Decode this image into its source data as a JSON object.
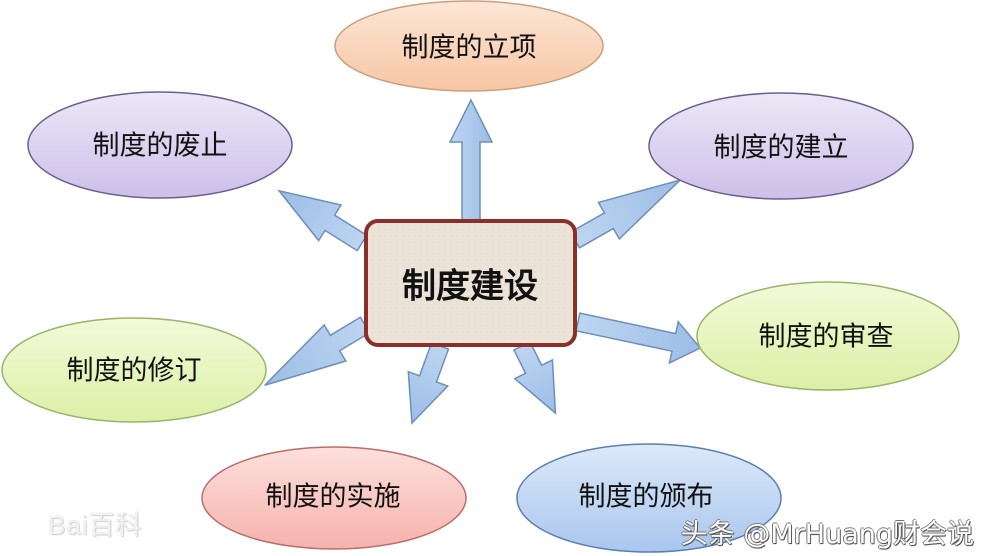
{
  "diagram": {
    "type": "hub-and-spoke",
    "center": {
      "label": "制度建设",
      "fill": "#e9e1d6",
      "border": "#8b2f2a"
    },
    "nodes": [
      {
        "id": "establish-project",
        "label": "制度的立项",
        "position": "top",
        "fill": "#f9d2b8",
        "border": "#c9a07f"
      },
      {
        "id": "establish",
        "label": "制度的建立",
        "position": "upper-right",
        "fill": "#dcd3ef",
        "border": "#6b5f8e"
      },
      {
        "id": "review",
        "label": "制度的审查",
        "position": "middle-right",
        "fill": "#e8f5c3",
        "border": "#9ab36a"
      },
      {
        "id": "publish",
        "label": "制度的颁布",
        "position": "bottom-right",
        "fill": "#c5d9f2",
        "border": "#5a7fb0"
      },
      {
        "id": "implement",
        "label": "制度的实施",
        "position": "bottom-left",
        "fill": "#f9c9c5",
        "border": "#b86f6a"
      },
      {
        "id": "revise",
        "label": "制度的修订",
        "position": "middle-left",
        "fill": "#e8f5c3",
        "border": "#9ab36a"
      },
      {
        "id": "abolish",
        "label": "制度的废止",
        "position": "upper-left",
        "fill": "#dcd3ef",
        "border": "#6b5f8e"
      }
    ],
    "edges": [
      {
        "from": "center",
        "to": "establish-project"
      },
      {
        "from": "center",
        "to": "establish"
      },
      {
        "from": "center",
        "to": "review"
      },
      {
        "from": "center",
        "to": "publish"
      },
      {
        "from": "center",
        "to": "implement"
      },
      {
        "from": "center",
        "to": "revise"
      },
      {
        "from": "center",
        "to": "abolish"
      }
    ],
    "arrow_color": "#a9c8ec",
    "arrow_border": "#6e8fb8"
  },
  "watermarks": {
    "baidu": "Bai百科",
    "source": "头条 @MrHuang财会说"
  }
}
